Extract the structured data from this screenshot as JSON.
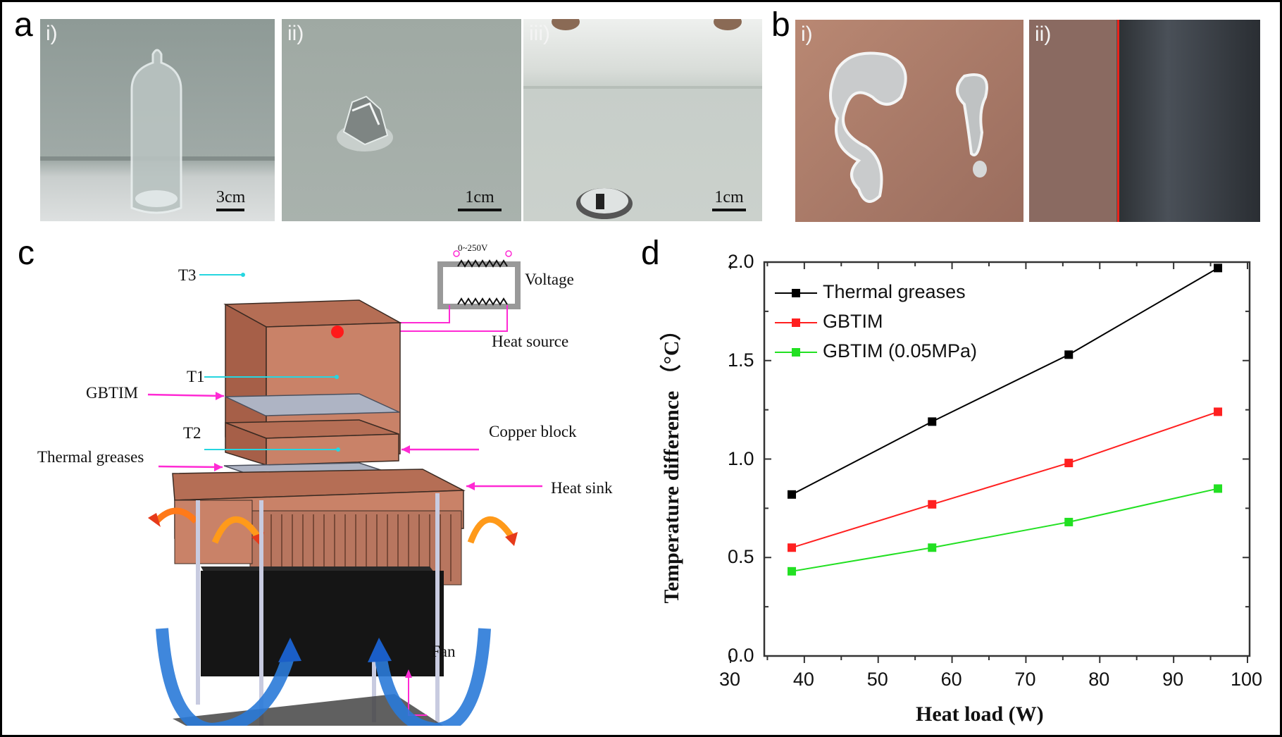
{
  "figure": {
    "panel_labels": {
      "a": "a",
      "b": "b",
      "c": "c",
      "d": "d"
    },
    "panel_a": {
      "photos": [
        {
          "sub": "i)",
          "scale": "3cm",
          "subject": "glass bottle with liquid metal"
        },
        {
          "sub": "ii)",
          "scale": "1cm",
          "subject": "crumpled metallic droplet"
        },
        {
          "sub": "iii)",
          "scale": "1cm",
          "subject": "liquid metal droplet in water"
        }
      ]
    },
    "panel_b": {
      "photos": [
        {
          "sub": "i)",
          "subject": "liquid metal spread on copper plate"
        },
        {
          "sub": "ii)",
          "subject": "copper surface vs coated surface divided by red line"
        }
      ],
      "divider_color": "#e8241c"
    },
    "panel_c": {
      "labels": {
        "t3": "T3",
        "t1": "T1",
        "t2": "T2",
        "voltage_range": "0~250V",
        "voltage": "Voltage",
        "heat_source": "Heat source",
        "gbtim": "GBTIM",
        "copper_block": "Copper block",
        "thermal_greases": "Thermal greases",
        "heat_sink": "Heat sink",
        "fan": "Fan"
      },
      "colors": {
        "copper": "#c98268",
        "copper_top": "#b56e55",
        "pointer": "#ff2ad4",
        "sensor": "#26d6e0",
        "fan": "#151515",
        "plate": "#aeb4c4"
      }
    }
  },
  "chart_data": {
    "type": "line",
    "title": "",
    "xlabel": "Heat load (W)",
    "ylabel": "Temperature difference （°C）",
    "xlim": [
      30,
      105
    ],
    "ylim": [
      0.0,
      2.0
    ],
    "xticks": [
      "30",
      "40",
      "50",
      "60",
      "70",
      "80",
      "90",
      "100"
    ],
    "yticks": [
      "0.0",
      "0.5",
      "1.0",
      "1.5",
      "2.0"
    ],
    "grid": false,
    "legend_position": "upper left",
    "x": [
      38.3,
      57.3,
      75.8,
      96.0
    ],
    "series": [
      {
        "name": "Thermal greases",
        "color": "#000000",
        "marker": "square",
        "values": [
          0.82,
          1.19,
          1.53,
          1.97
        ]
      },
      {
        "name": "GBTIM",
        "color": "#ff2020",
        "marker": "square",
        "values": [
          0.55,
          0.77,
          0.98,
          1.24
        ]
      },
      {
        "name": "GBTIM (0.05MPa)",
        "color": "#22e022",
        "marker": "square",
        "values": [
          0.43,
          0.55,
          0.68,
          0.85
        ]
      }
    ]
  }
}
